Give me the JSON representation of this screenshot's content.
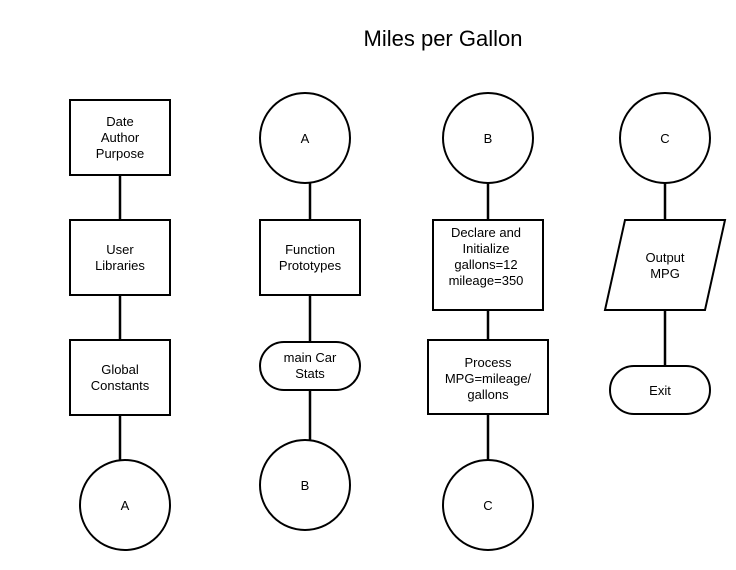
{
  "title": "Miles per Gallon",
  "colors": {
    "stroke": "#000000",
    "fill": "#ffffff"
  },
  "nodes": {
    "header": {
      "lines": [
        "Date",
        "Author",
        "Purpose"
      ]
    },
    "libraries": {
      "lines": [
        "User",
        "Libraries"
      ]
    },
    "globals": {
      "lines": [
        "Global",
        "Constants"
      ]
    },
    "conn_a_out": {
      "lines": [
        "A"
      ]
    },
    "conn_a_in": {
      "lines": [
        "A"
      ]
    },
    "prototypes": {
      "lines": [
        "Function",
        "Prototypes"
      ]
    },
    "main": {
      "lines": [
        "main Car",
        "Stats"
      ]
    },
    "conn_b_out": {
      "lines": [
        "B"
      ]
    },
    "conn_b_in": {
      "lines": [
        "B"
      ]
    },
    "declare": {
      "lines": [
        "Declare and",
        "Initialize",
        "gallons=12",
        "mileage=350"
      ]
    },
    "process": {
      "lines": [
        "Process",
        "MPG=mileage/",
        "gallons"
      ]
    },
    "conn_c_out": {
      "lines": [
        "C"
      ]
    },
    "conn_c_in": {
      "lines": [
        "C"
      ]
    },
    "output": {
      "lines": [
        "Output",
        "MPG"
      ]
    },
    "exit": {
      "lines": [
        "Exit"
      ]
    }
  }
}
